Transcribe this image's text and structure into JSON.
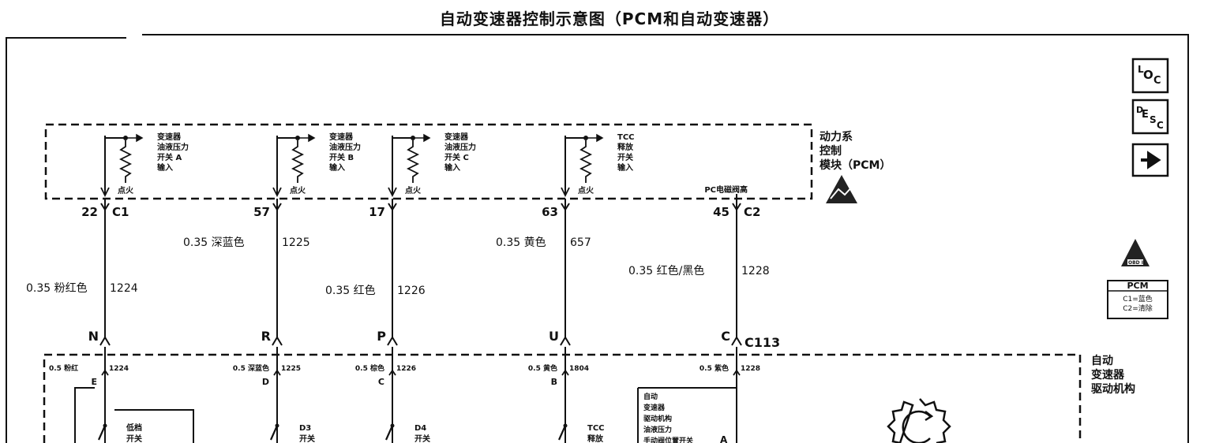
{
  "title": "自动变速器控制示意图（PCM和自动变速器）",
  "icons": {
    "loc": [
      "L",
      "O",
      "C"
    ],
    "desc": [
      "D",
      "E",
      "S",
      "C"
    ],
    "obd": "OBD II"
  },
  "pcm": {
    "label_lines": [
      "动力系",
      "控制",
      "模块（PCM）"
    ],
    "switches": [
      {
        "lines": [
          "变速器",
          "油液压力",
          "开关 A",
          "输入"
        ],
        "ignition": "点火"
      },
      {
        "lines": [
          "变速器",
          "油液压力",
          "开关 B",
          "输入"
        ],
        "ignition": "点火"
      },
      {
        "lines": [
          "变速器",
          "油液压力",
          "开关 C",
          "输入"
        ],
        "ignition": "点火"
      },
      {
        "lines": [
          "TCC",
          "释放",
          "开关",
          "输入"
        ],
        "ignition": "点火"
      }
    ],
    "solenoid_high": "PC电磁阀高"
  },
  "pins_top": [
    {
      "pin": "22",
      "conn": "C1"
    },
    {
      "pin": "57",
      "conn": ""
    },
    {
      "pin": "17",
      "conn": ""
    },
    {
      "pin": "63",
      "conn": ""
    },
    {
      "pin": "45",
      "conn": "C2"
    }
  ],
  "wires": [
    {
      "spec": "0.35 粉红色",
      "circuit": "1224"
    },
    {
      "spec": "0.35 深蓝色",
      "circuit": "1225"
    },
    {
      "spec": "0.35 红色",
      "circuit": "1226"
    },
    {
      "spec": "0.35 黄色",
      "circuit": "657"
    },
    {
      "spec": "0.35 红色/黑色",
      "circuit": "1228"
    }
  ],
  "connector_c113": {
    "name": "C113",
    "pins": [
      "N",
      "R",
      "P",
      "U",
      "C"
    ]
  },
  "legend": {
    "title": "PCM",
    "line1": "C1=蓝色",
    "line2": "C2=清除"
  },
  "transmission": {
    "label_lines": [
      "自动",
      "变速器",
      "驱动机构"
    ],
    "wires": [
      {
        "spec": "0.5 粉红",
        "circuit": "1224",
        "pin": "E"
      },
      {
        "spec": "0.5 深蓝色",
        "circuit": "1225",
        "pin": "D"
      },
      {
        "spec": "0.5 棕色",
        "circuit": "1226",
        "pin": "C"
      },
      {
        "spec": "0.5 黄色",
        "circuit": "1804",
        "pin": "B"
      },
      {
        "spec": "0.5 紫色",
        "circuit": "1228",
        "pin": ""
      }
    ],
    "switch_labels": [
      [
        "低档",
        "开关"
      ],
      [
        "D3",
        "开关"
      ],
      [
        "D4",
        "开关"
      ],
      [
        "TCC",
        "释放"
      ]
    ],
    "assembly_lines": [
      "自动",
      "变速器",
      "驱动机构",
      "油液压力",
      "手动阀位置开关"
    ],
    "assembly_pin": "A"
  }
}
